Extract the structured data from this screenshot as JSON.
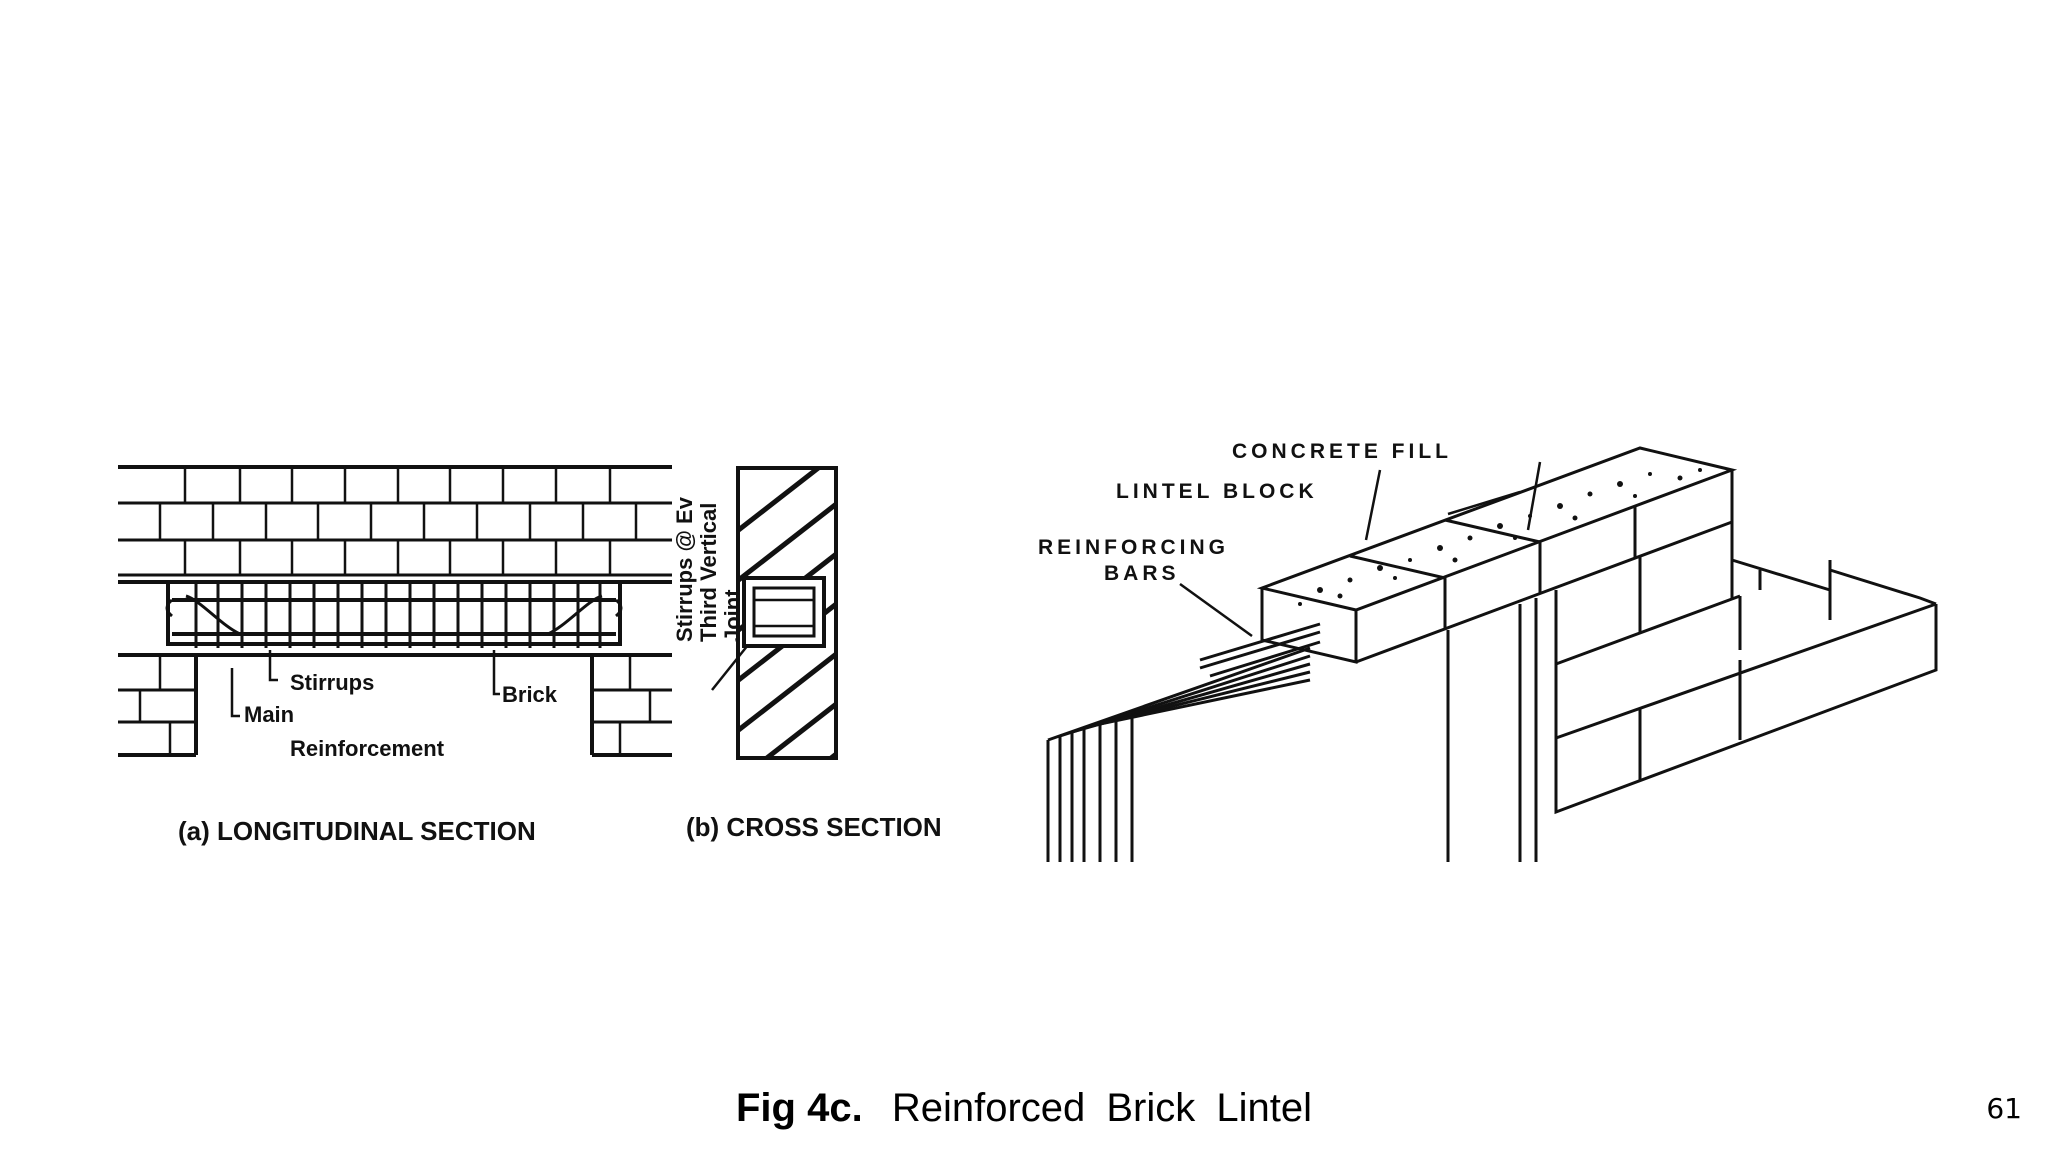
{
  "diagram_left": {
    "label_stirrups": "Stirrups",
    "label_main_reinforcement_1": "Main",
    "label_main_reinforcement_2": "Reinforcement",
    "label_brick": "Brick",
    "label_vertical_1": "Stirrups @ Ev",
    "label_vertical_2": "Third Vertical",
    "label_vertical_3": "Joint",
    "caption_a": "(a)  LONGITUDINAL   SECTION",
    "caption_b": "(b)  CROSS SECTION"
  },
  "diagram_right": {
    "label_concrete_fill": "CONCRETE   FILL",
    "label_lintel_block": "LINTEL  BLOCK",
    "label_reinforcing_1": "REINFORCING",
    "label_reinforcing_2": "BARS"
  },
  "caption": {
    "fig": "Fig  4c.",
    "title": "Reinforced  Brick  Lintel"
  },
  "page_number": "61"
}
